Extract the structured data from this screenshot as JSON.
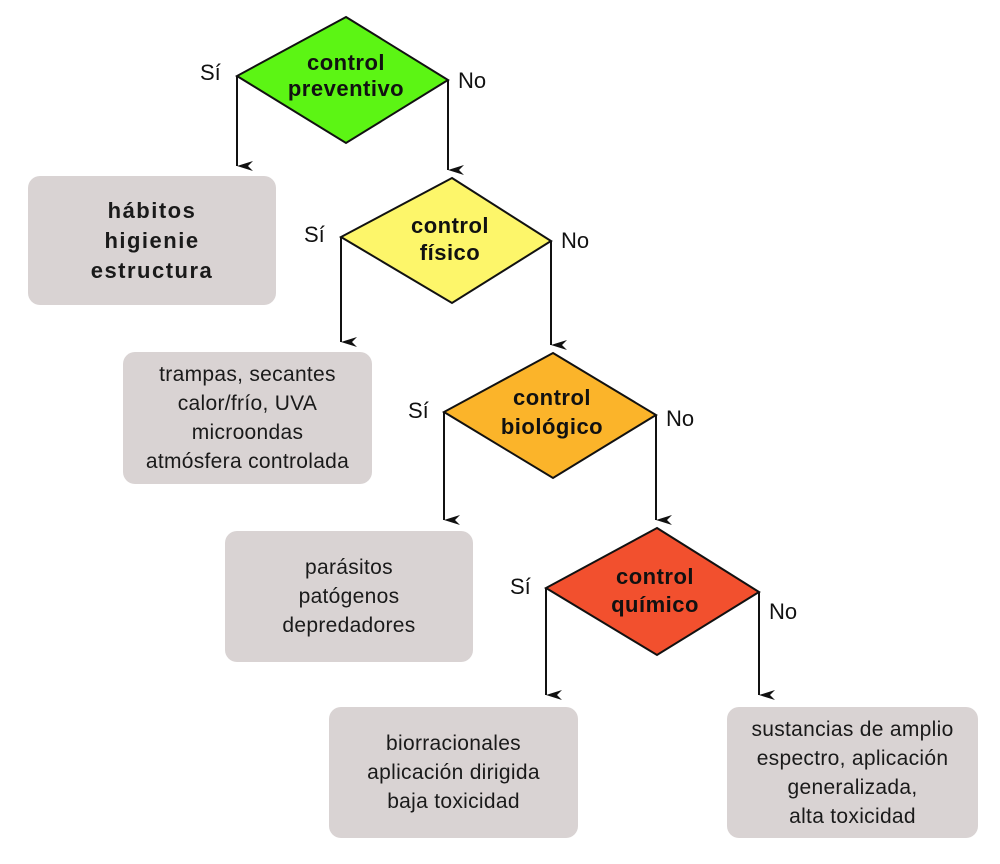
{
  "decisions": [
    {
      "lines": [
        "control",
        "preventivo"
      ],
      "yes": "Sí",
      "no": "No",
      "color": "#5cf514"
    },
    {
      "lines": [
        "control",
        "físico"
      ],
      "yes": "Sí",
      "no": "No",
      "color": "#fdf66a"
    },
    {
      "lines": [
        "control",
        "biológico"
      ],
      "yes": "Sí",
      "no": "No",
      "color": "#fbb42a"
    },
    {
      "lines": [
        "control",
        "químico"
      ],
      "yes": "Sí",
      "no": "No",
      "color": "#f2502e"
    }
  ],
  "outcomes": [
    {
      "lines": [
        "hábitos",
        "higienie",
        "estructura"
      ]
    },
    {
      "lines": [
        "trampas, secantes",
        "calor/frío, UVA",
        "microondas",
        "atmósfera controlada"
      ]
    },
    {
      "lines": [
        "parásitos",
        "patógenos",
        "depredadores"
      ]
    },
    {
      "lines": [
        "biorracionales",
        "aplicación dirigida",
        "baja toxicidad"
      ]
    },
    {
      "lines": [
        "sustancias de amplio",
        "espectro, aplicación",
        "generalizada,",
        "alta toxicidad"
      ]
    }
  ],
  "colors": {
    "box": "#d9d3d3",
    "line": "#111111"
  }
}
